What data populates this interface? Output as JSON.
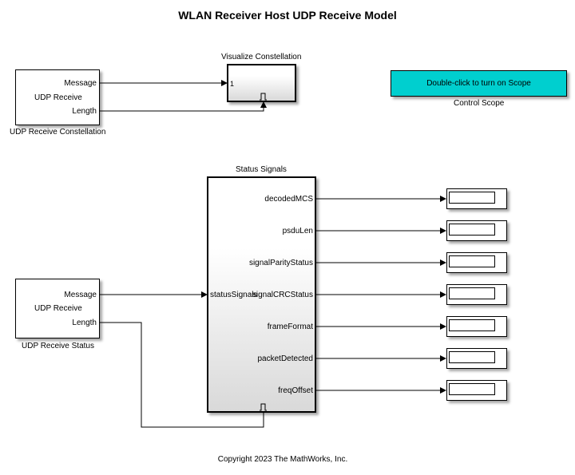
{
  "title": "WLAN Receiver Host UDP Receive Model",
  "udp_constellation": {
    "name": "UDP Receive Constellation",
    "block_label": "UDP Receive",
    "ports": [
      "Message",
      "Length"
    ]
  },
  "visualize": {
    "name": "Visualize Constellation",
    "input_port": "1",
    "trigger_icon": "pulse-trigger-icon"
  },
  "control_scope": {
    "button_label": "Double-click to turn on Scope",
    "name": "Control Scope",
    "color": "#00cfcf"
  },
  "udp_status": {
    "name": "UDP Receive Status",
    "block_label": "UDP Receive",
    "ports": [
      "Message",
      "Length"
    ]
  },
  "status_signals": {
    "name": "Status Signals",
    "input_port": "statusSignals",
    "outputs": [
      "decodedMCS",
      "psduLen",
      "signalParityStatus",
      "signalCRCStatus",
      "frameFormat",
      "packetDetected",
      "freqOffset"
    ]
  },
  "displays": [
    "",
    "",
    "",
    "",
    "",
    "",
    ""
  ],
  "copyright": "Copyright 2023 The MathWorks, Inc."
}
